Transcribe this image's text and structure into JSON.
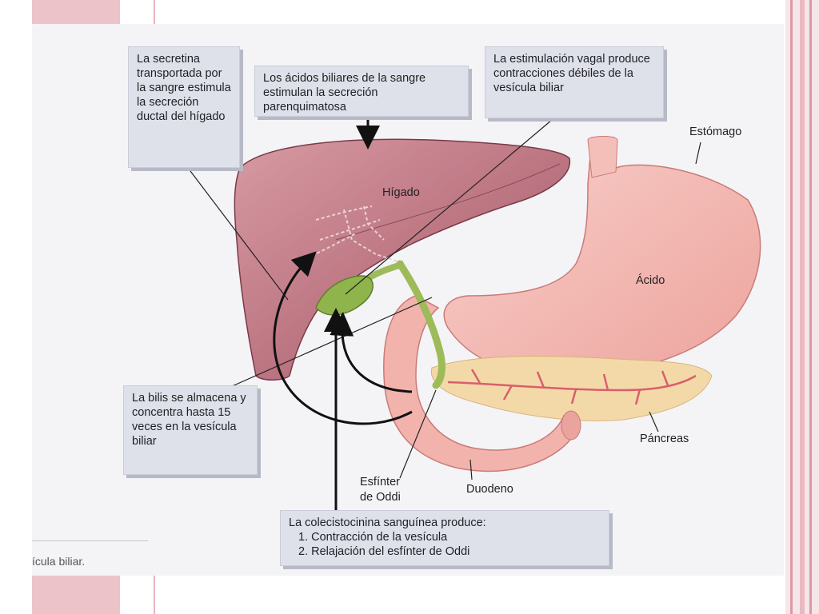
{
  "callouts": {
    "secretin": "La secretina transportada por la sangre estimula la secreción ductal del hígado",
    "bile_acids": "Los ácidos biliares de la sangre estimulan la secreción parenquimatosa",
    "vagal": "La estimulación vagal produce contracciones débiles de la vesícula biliar",
    "bile_storage": "La bilis se almacena y concentra hasta 15 veces en la vesícula biliar",
    "cck_title": "La colecistocinina sanguínea produce:",
    "cck_item_1": "1. Contracción de la vesícula",
    "cck_item_2": "2. Relajación del esfínter de Oddi"
  },
  "labels": {
    "liver": "Hígado",
    "stomach": "Estómago",
    "acid": "Ácido",
    "pancreas": "Páncreas",
    "duodenum": "Duodeno",
    "sphincter_line1": "Esfínter",
    "sphincter_line2": "de Oddi"
  },
  "caption_fragment": "ícula biliar.",
  "colors": {
    "liver": "#b8707d",
    "stomach": "#f2b3ad",
    "gallbladder": "#8fb44c",
    "pancreas": "#f4d9a8",
    "callout_bg": "#dfe1ea",
    "frame_pink": "#e9b8c0"
  }
}
